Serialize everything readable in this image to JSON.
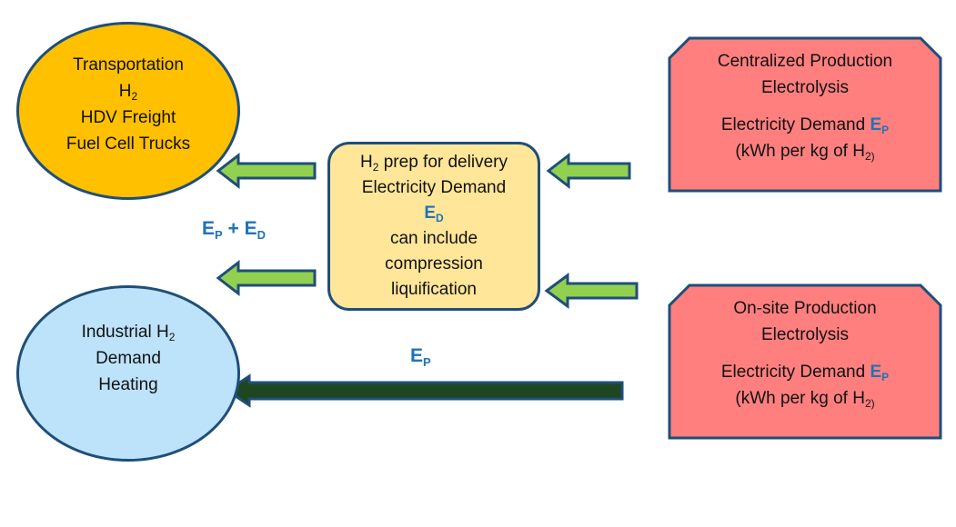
{
  "colors": {
    "outline": "#1f4e79",
    "transport_fill": "#ffc000",
    "industrial_fill": "#bde3fb",
    "prep_fill": "#ffe699",
    "production_fill": "#ff7f7f",
    "arrow_light": "#92d050",
    "arrow_dark": "#1e4620",
    "label_blue": "#1f73b7"
  },
  "transportation": {
    "line1": "Transportation",
    "line2_main": "H",
    "line2_sub": "2",
    "line3": "HDV Freight",
    "line4": "Fuel Cell Trucks"
  },
  "industrial": {
    "line1_main": "Industrial H",
    "line1_sub": "2",
    "line2": "Demand",
    "line3": "Heating"
  },
  "prep": {
    "line1_pre": "H",
    "line1_sub": "2",
    "line1_post": " prep for delivery",
    "line2": "Electricity Demand",
    "ed_main": "E",
    "ed_sub": "D",
    "line4": "can include",
    "line5": "compression",
    "line6": "liquification"
  },
  "centralized": {
    "title1": "Centralized Production",
    "title2": "Electrolysis",
    "demand_label": "Electricity Demand ",
    "ep_main": "E",
    "ep_sub": "P",
    "unit_pre": "(kWh per kg of H",
    "unit_sub": "2)"
  },
  "onsite": {
    "title1": "On-site Production",
    "title2": "Electrolysis",
    "demand_label": "Electricity Demand ",
    "ep_main": "E",
    "ep_sub": "P",
    "unit_pre": "(kWh per kg of H",
    "unit_sub": "2)"
  },
  "labels": {
    "sum": {
      "e1": "E",
      "s1": "P",
      "plus": " + ",
      "e2": "E",
      "s2": "D"
    },
    "direct": {
      "e": "E",
      "s": "P"
    }
  }
}
